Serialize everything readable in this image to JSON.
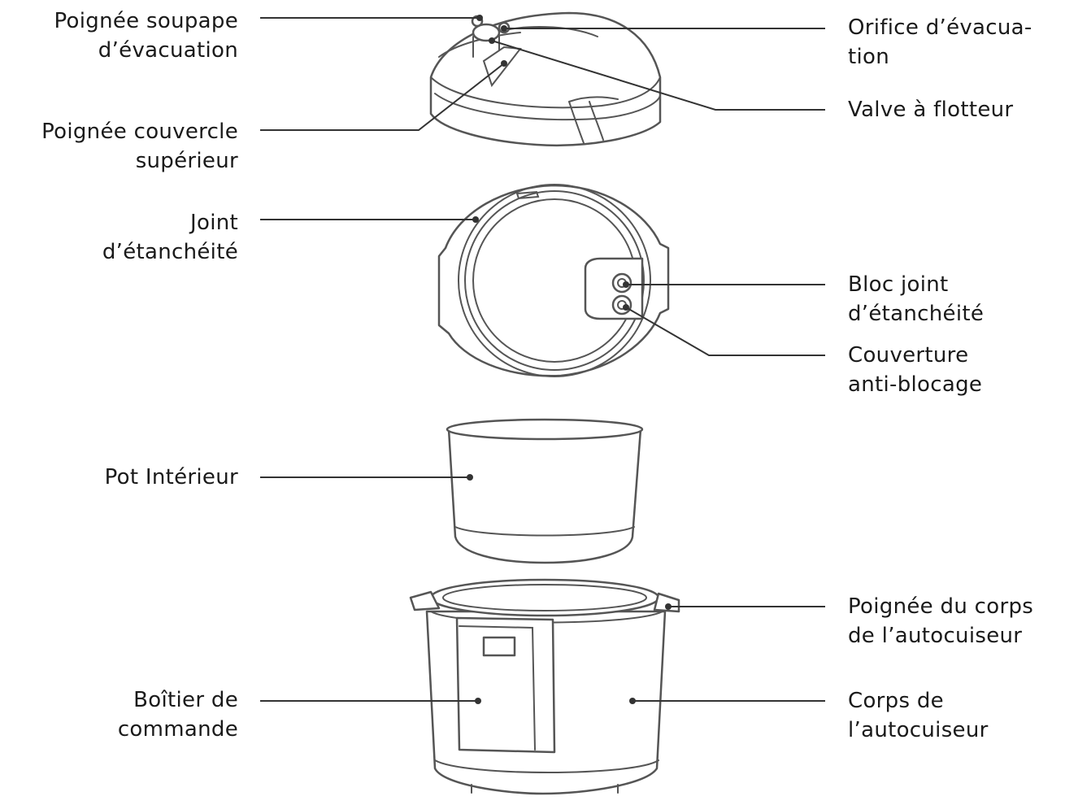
{
  "labels": {
    "release_handle": [
      "Poignée soupape",
      "d’évacuation"
    ],
    "lid_handle": [
      "Poignée couvercle",
      "supérieur"
    ],
    "seal": [
      "Joint",
      "d’étanchéité"
    ],
    "inner_pot": [
      "Pot Intérieur"
    ],
    "control_box": [
      "Boîtier de",
      "commande"
    ],
    "vent": [
      "Orifice d’évacua-",
      "tion"
    ],
    "float_valve": [
      "Valve à flotteur"
    ],
    "seal_block": [
      "Bloc joint",
      "d’étanchéité"
    ],
    "anti_block": [
      "Couverture",
      "anti-blocage"
    ],
    "body_handle": [
      "Poignée du corps",
      "de l’autocuiseur"
    ],
    "cooker_body": [
      "Corps de",
      "l’autocuiseur"
    ]
  }
}
